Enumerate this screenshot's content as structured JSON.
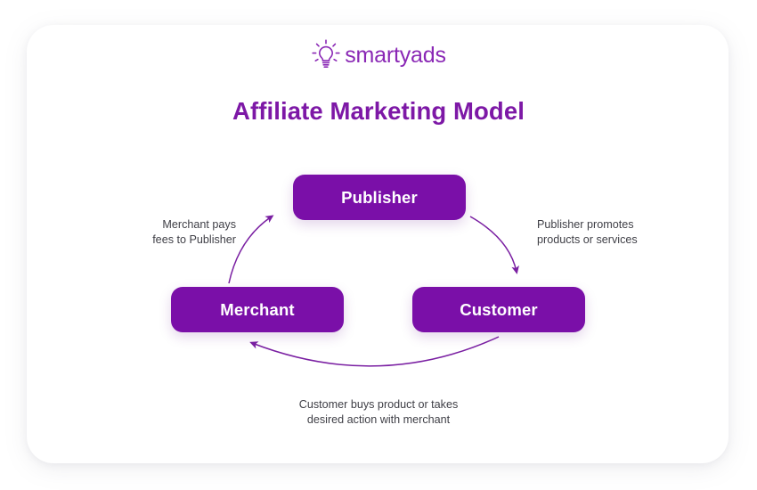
{
  "brand": {
    "logo_icon": "lightbulb-icon",
    "logo_text": "smartyads",
    "accent_color": "#8A28B5"
  },
  "header": {
    "title": "Affiliate Marketing Model",
    "title_color": "#7D18A6"
  },
  "diagram": {
    "type": "cycle-diagram",
    "node_color": "#7A0FA8",
    "arrow_color": "#7A1FA2",
    "nodes": [
      {
        "id": "publisher",
        "label": "Publisher"
      },
      {
        "id": "merchant",
        "label": "Merchant"
      },
      {
        "id": "customer",
        "label": "Customer"
      }
    ],
    "flows": [
      {
        "id": "publisher-to-customer",
        "from": "publisher",
        "to": "customer",
        "label": "Publisher promotes\nproducts or services"
      },
      {
        "id": "customer-to-merchant",
        "from": "customer",
        "to": "merchant",
        "label": "Customer buys product or takes\ndesired action with merchant"
      },
      {
        "id": "merchant-to-publisher",
        "from": "merchant",
        "to": "publisher",
        "label": "Merchant pays\nfees to Publisher"
      }
    ]
  }
}
